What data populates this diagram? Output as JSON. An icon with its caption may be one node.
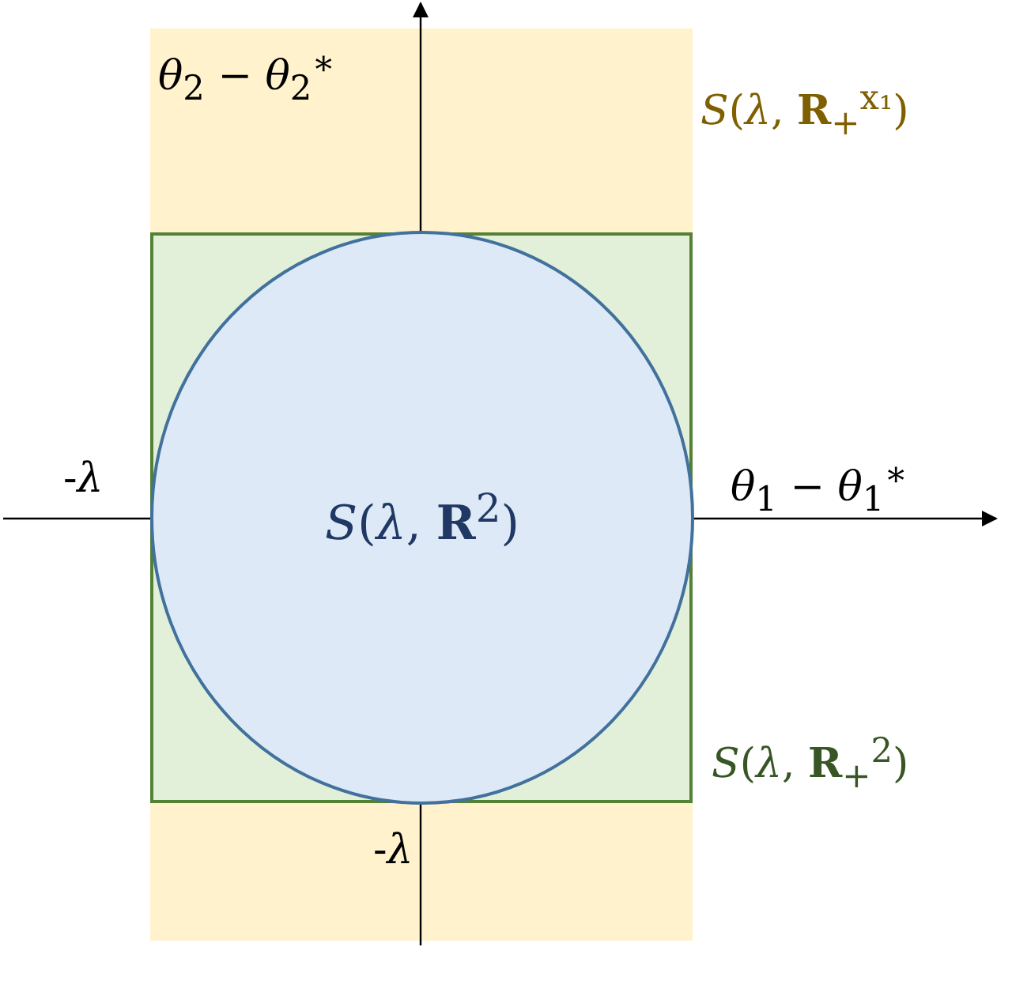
{
  "diagram": {
    "nodes": [
      {
        "text": [
          "*S*(*λ*, **R**$_{+}$$^{x₁}$)"
        ]
      },
      {
        "text": [
          "*S*(*λ*, **R**$_{+}$$^{2}$)"
        ],
        "in": 0
      },
      {
        "text": [
          "*S*(*λ*, **R**$^{2}$)"
        ],
        "in": 1
      }
    ],
    "edges": [],
    "labels": [
      "*θ*$_{2}$ − *θ*$_{2}$$^{∗}$",
      "*θ*$_{1}$ − *θ*$_{1}$$^{∗}$",
      "-*λ*",
      "-*λ*"
    ]
  }
}
